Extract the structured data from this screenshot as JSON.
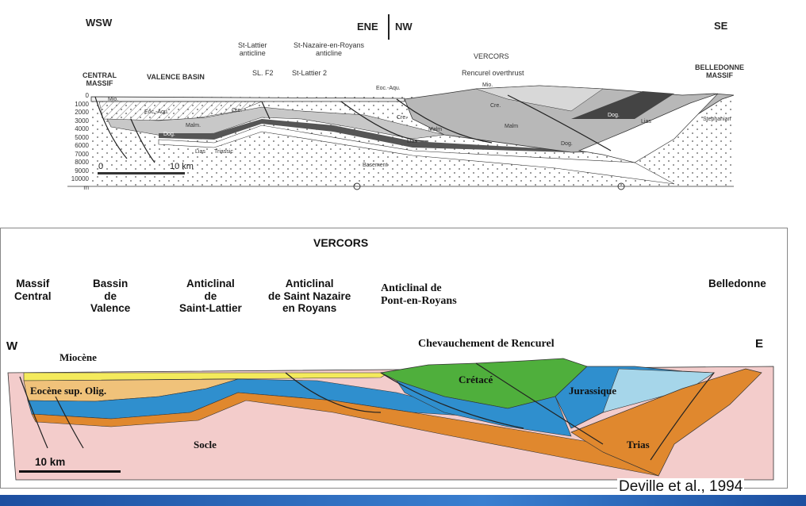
{
  "top_section": {
    "orientation_left": "WSW",
    "orientation_mid_left": "ENE",
    "orientation_mid_right": "NW",
    "orientation_right": "SE",
    "anticline_1": [
      "St-Lattier",
      "anticline"
    ],
    "anticline_2": [
      "St-Nazaire-en-Royans",
      "anticline"
    ],
    "vercors": "VERCORS",
    "overthrust": "Rencurel overthrust",
    "central_massif": [
      "CENTRAL",
      "MASSIF"
    ],
    "valence_basin": "VALENCE BASIN",
    "well_1": "SL. F2",
    "well_2": "St-Lattier 2",
    "belledonne": [
      "BELLEDONNE",
      "MASSIF"
    ],
    "depth_ticks": [
      "0",
      "1000",
      "2000",
      "3000",
      "4000",
      "5000",
      "6000",
      "7000",
      "8000",
      "9000",
      "10000 m"
    ],
    "scale_start": "0",
    "scale_end": "10 km",
    "formations": {
      "mio": "Mio.",
      "eoc_aqu": "Eoc.-Aqu.",
      "cre": "Cre.",
      "malm": "Malm.",
      "dog": "Dog.",
      "lias": "Lias",
      "triassic": "Triassic",
      "eoc_aqu_2": "Eoc.-Aqu.",
      "cre_2": "Cre.",
      "malm_2": "Malm",
      "lias_2": "Lias",
      "basement": "Basement",
      "mio_2": "Mio.",
      "cre_3": "Cre.",
      "malm_3": "Malm",
      "dog_2": "Dog.",
      "dog_3": "Dog.",
      "lias_3": "Lias",
      "stephanian": "Stephanian"
    }
  },
  "bottom_section": {
    "title": "VERCORS",
    "massif_central": [
      "Massif",
      "Central"
    ],
    "bassin_valence": [
      "Bassin",
      "de",
      "Valence"
    ],
    "anticlinal_saint_lattier": [
      "Anticlinal",
      "de",
      "Saint-Lattier"
    ],
    "anticlinal_saint_nazaire": [
      "Anticlinal",
      "de Saint Nazaire",
      "en Royans"
    ],
    "anticlinal_pont_en_royans": [
      "Anticlinal de",
      "Pont-en-Royans"
    ],
    "belledonne": "Belledonne",
    "west": "W",
    "east": "E",
    "chevauchement": "Chevauchement de Rencurel",
    "miocene": "Miocène",
    "eocene": "Eocène sup. Olig.",
    "cretace": "Crétacé",
    "jurassique": "Jurassique",
    "trias": "Trias",
    "socle": "Socle",
    "scale": "10 km",
    "colors": {
      "socle": "#f3cccb",
      "trias": "#e0882e",
      "jurassique": "#2f8fce",
      "jura_light": "#a6d6ea",
      "cretace": "#4faf3c",
      "eocene": "#f0c27a",
      "miocene": "#f4ea5c"
    }
  },
  "citation": "Deville et al., 1994"
}
